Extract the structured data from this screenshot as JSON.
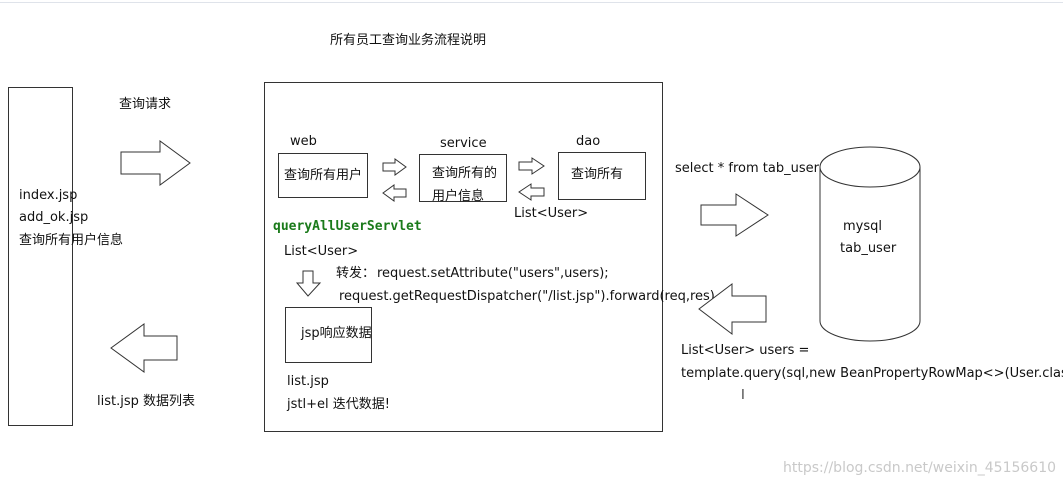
{
  "title": "所有员工查询业务流程说明",
  "client": {
    "lines": [
      "index.jsp",
      "add_ok.jsp",
      "查询所有用户信息"
    ]
  },
  "request_label": "查询请求",
  "response_label": "list.jsp 数据列表",
  "web": {
    "label": "web",
    "box_text": "查询所有用户",
    "servlet_name": "queryAllUserServlet"
  },
  "service": {
    "label": "service",
    "box_lines": [
      "查询所有的",
      "用户信息"
    ]
  },
  "dao": {
    "label": "dao",
    "box_text": "查询所有"
  },
  "dao_return": "List<User>",
  "servlet_return": "List<User>",
  "forward": {
    "label": "转发：",
    "line1": "request.setAttribute(\"users\",users);",
    "line2": "request.getRequestDispatcher(\"/list.jsp\").forward(req,res)"
  },
  "jsp": {
    "box_text": "jsp响应数据",
    "line1": "list.jsp",
    "line2": "jstl+el 迭代数据!"
  },
  "sql": "select * from tab_user",
  "db": {
    "line1": "mysql",
    "line2": "tab_user"
  },
  "result": {
    "line1": "List<User> users =",
    "line2": "template.query(sql,new BeanPropertyRowMap<>(User.class));"
  },
  "cursor_glyph": "I",
  "watermark": "https://blog.csdn.net/weixin_45156610"
}
